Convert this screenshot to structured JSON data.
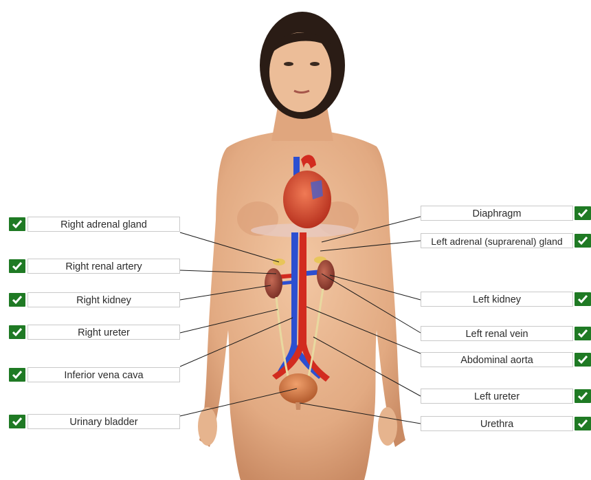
{
  "colors": {
    "check_bg": "#1f7a24",
    "check_mark": "#ffffff",
    "leader_line": "#1a1a1a",
    "artery": "#d22b1f",
    "vein": "#2c4fd1",
    "skin": "#e8b894",
    "hair": "#2a1c15"
  },
  "left_labels": [
    {
      "id": "right-adrenal-gland",
      "text": "Right adrenal gland",
      "status": "correct"
    },
    {
      "id": "right-renal-artery",
      "text": "Right renal artery",
      "status": "correct"
    },
    {
      "id": "right-kidney",
      "text": "Right kidney",
      "status": "correct"
    },
    {
      "id": "right-ureter",
      "text": "Right ureter",
      "status": "correct"
    },
    {
      "id": "inferior-vena-cava",
      "text": "Inferior vena cava",
      "status": "correct"
    },
    {
      "id": "urinary-bladder",
      "text": "Urinary bladder",
      "status": "correct"
    }
  ],
  "right_labels": [
    {
      "id": "diaphragm",
      "text": "Diaphragm",
      "status": "correct"
    },
    {
      "id": "left-adrenal-gland",
      "text": "Left adrenal (suprarenal) gland",
      "status": "correct"
    },
    {
      "id": "left-kidney",
      "text": "Left kidney",
      "status": "correct"
    },
    {
      "id": "left-renal-vein",
      "text": "Left renal vein",
      "status": "correct"
    },
    {
      "id": "abdominal-aorta",
      "text": "Abdominal aorta",
      "status": "correct"
    },
    {
      "id": "left-ureter",
      "text": "Left ureter",
      "status": "correct"
    },
    {
      "id": "urethra",
      "text": "Urethra",
      "status": "correct"
    }
  ]
}
